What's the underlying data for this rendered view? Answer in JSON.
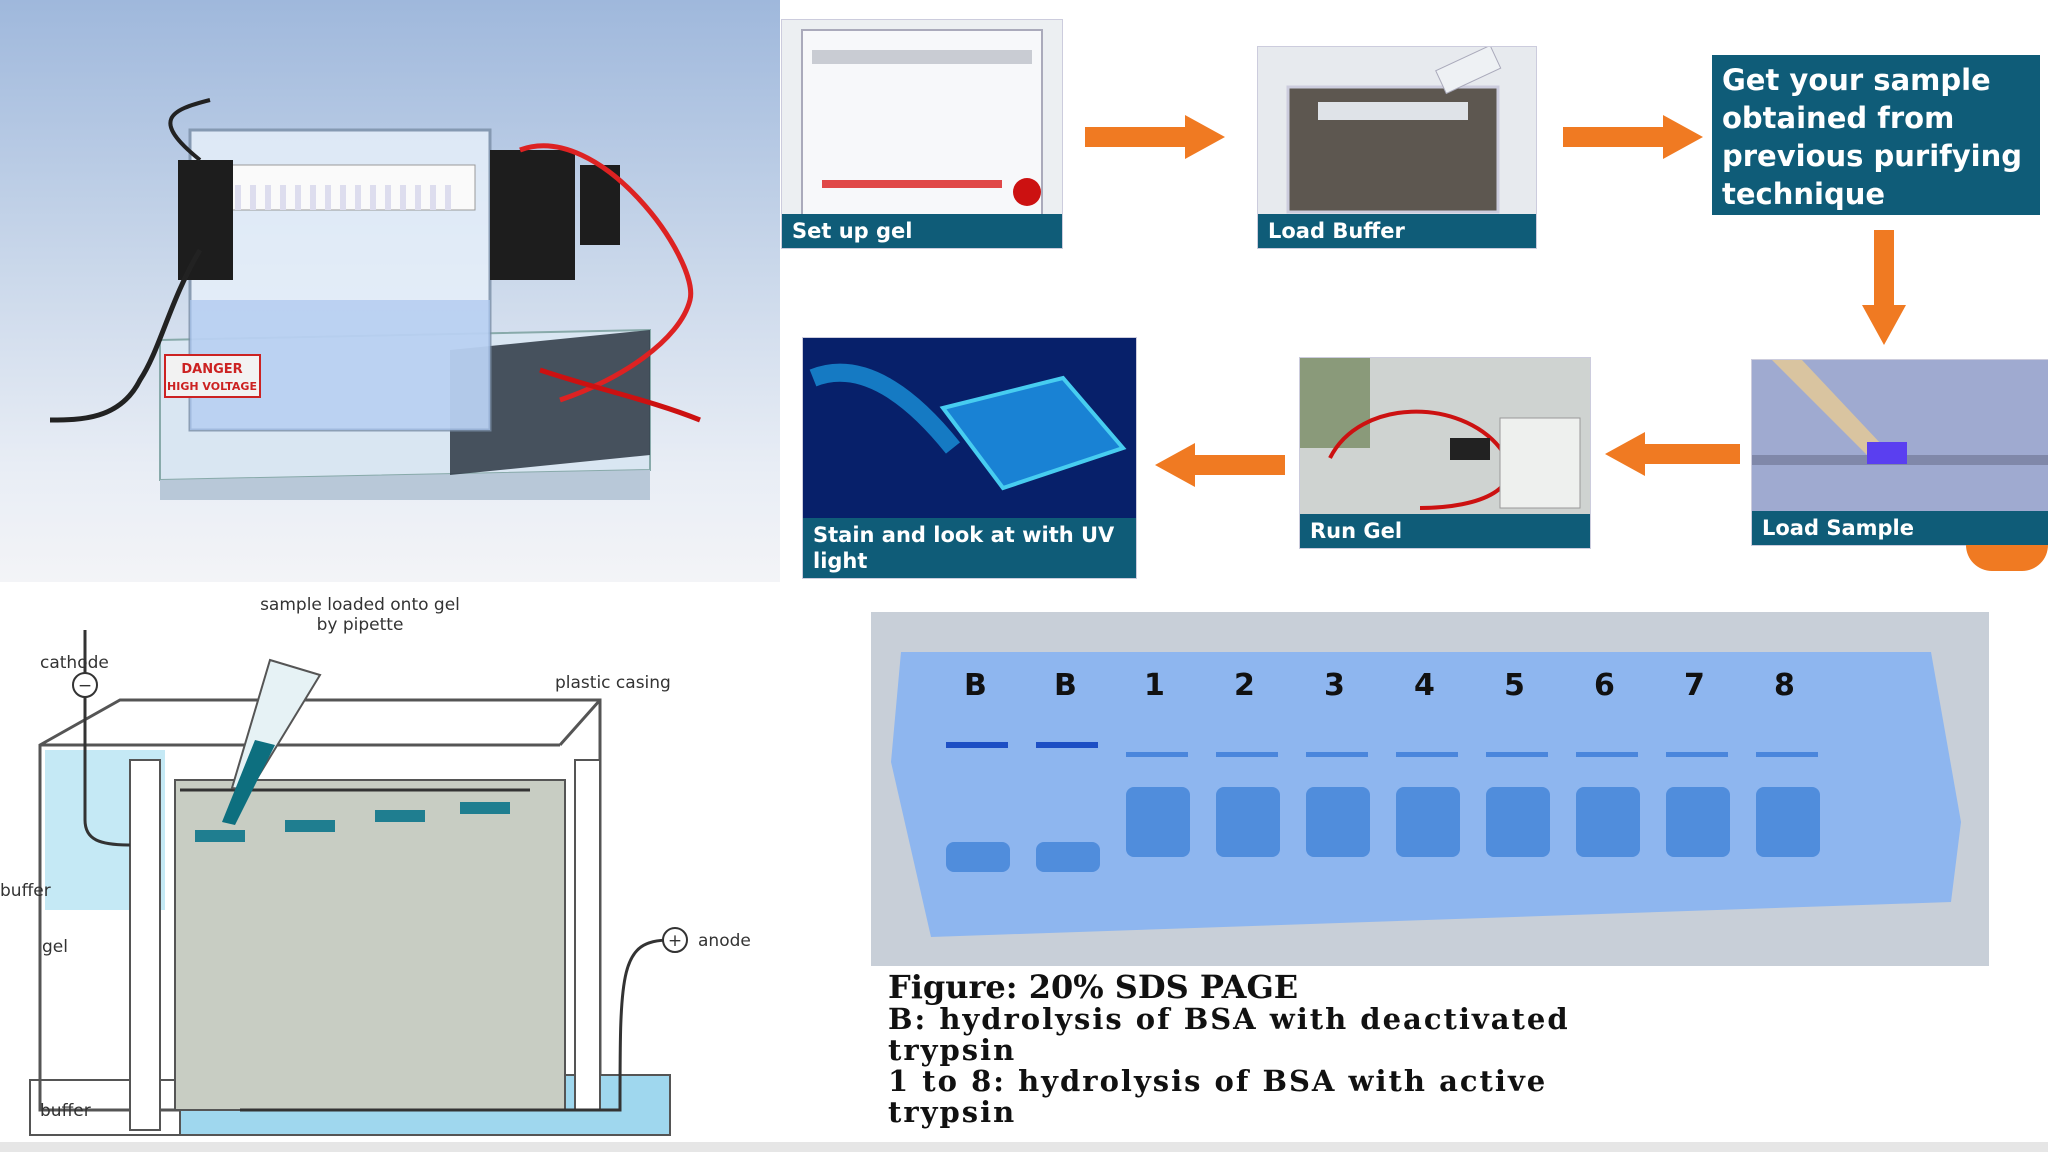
{
  "apparatus_photo": {
    "warning_label_lines": [
      "DANGER",
      "HIGH VOLTAGE"
    ]
  },
  "workflow": {
    "steps": [
      {
        "label": "Set up gel"
      },
      {
        "label": "Load Buffer"
      },
      {
        "label": "Get your sample obtained from previous purifying technique"
      },
      {
        "label": "Load Sample"
      },
      {
        "label": "Run Gel"
      },
      {
        "label": "Stain and look at with UV light"
      }
    ]
  },
  "diagram": {
    "labels": {
      "sample": "sample loaded onto gel",
      "sample2": "by pipette",
      "cathode": "cathode",
      "plastic_casing": "plastic casing",
      "buffer_top": "buffer",
      "gel": "gel",
      "anode": "anode",
      "buffer_bottom": "buffer"
    },
    "symbols": {
      "cathode": "−",
      "anode": "+"
    }
  },
  "gel": {
    "lanes": [
      "B",
      "B",
      "1",
      "2",
      "3",
      "4",
      "5",
      "6",
      "7",
      "8"
    ]
  },
  "caption": {
    "title": "Figure: 20% SDS PAGE",
    "line1": "B: hydrolysis of BSA with deactivated",
    "line2": "trypsin",
    "line3": "1 to 8: hydrolysis of BSA with active",
    "line4": "trypsin"
  },
  "colors": {
    "teal": "#0f5c78",
    "arrow": "#f07a22",
    "gel_blue": "#3b7fd6"
  }
}
